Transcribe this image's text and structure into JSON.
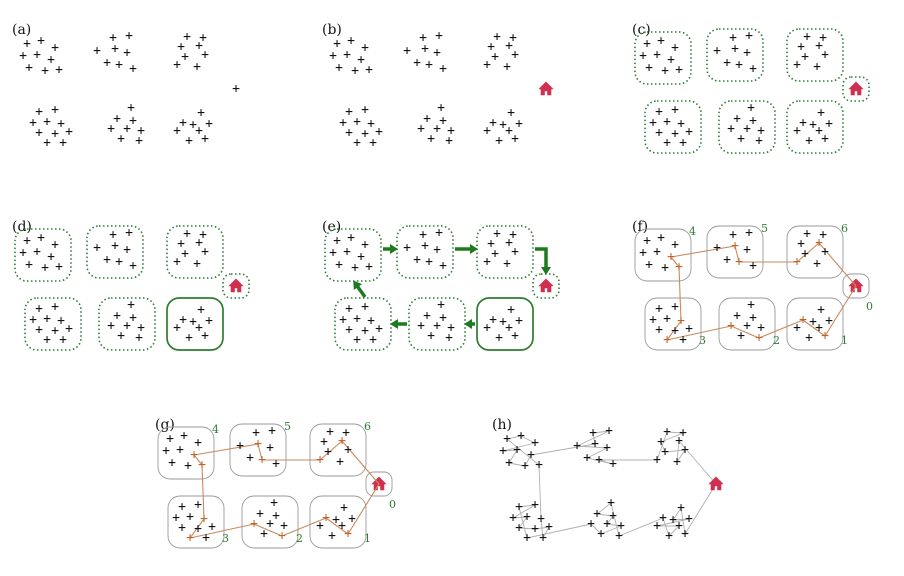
{
  "panels": [
    {
      "label": "(a)",
      "stage": "points"
    },
    {
      "label": "(b)",
      "stage": "depot"
    },
    {
      "label": "(c)",
      "stage": "clusters"
    },
    {
      "label": "(d)",
      "stage": "start-cluster"
    },
    {
      "label": "(e)",
      "stage": "cluster-order"
    },
    {
      "label": "(f)",
      "stage": "intra-paths",
      "cluster_numbers": [
        "0",
        "1",
        "2",
        "3",
        "4",
        "5",
        "6"
      ]
    },
    {
      "label": "(g)",
      "stage": "intra-paths-refined",
      "cluster_numbers": [
        "0",
        "1",
        "2",
        "3",
        "4",
        "5",
        "6"
      ]
    },
    {
      "label": "(h)",
      "stage": "final-tour"
    }
  ],
  "glyphs": {
    "point": "+",
    "depot_icon": "home-icon"
  },
  "colors": {
    "point": "#111111",
    "cluster_outline": "#2e7d32",
    "arrow": "#1f7a1f",
    "depot": "#d0304f",
    "path": "#c98a5e",
    "final_path": "#b0b0b0"
  }
}
